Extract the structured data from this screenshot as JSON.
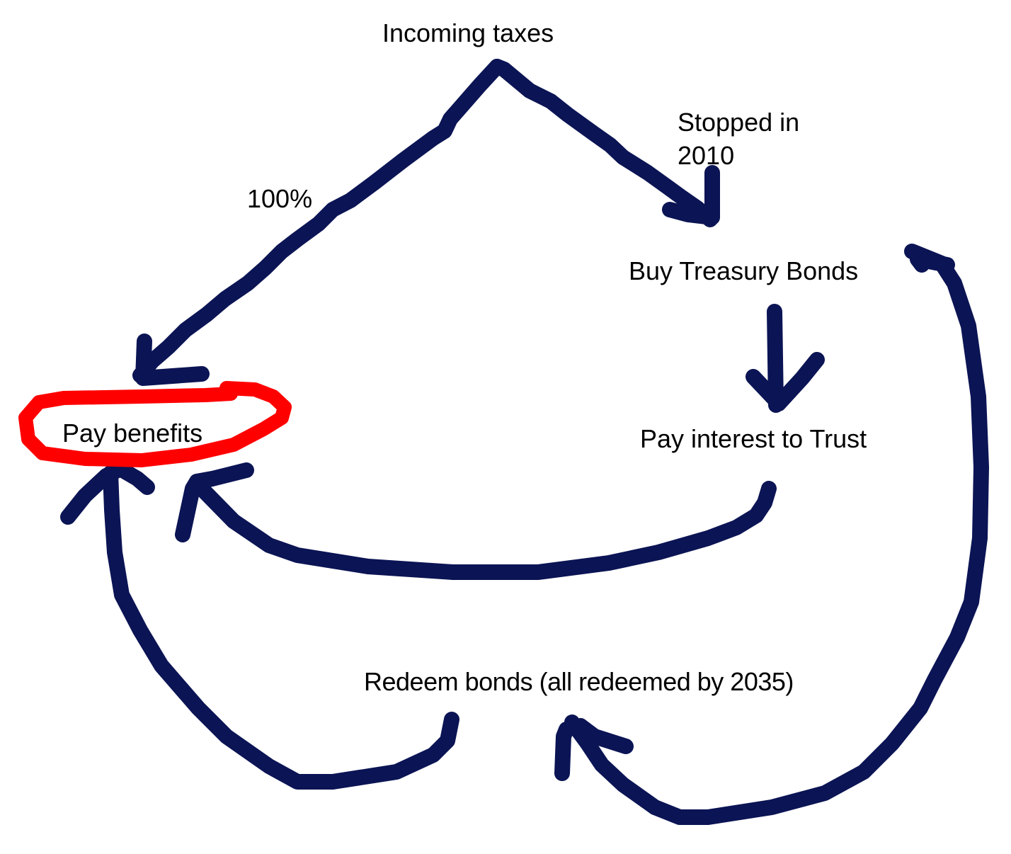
{
  "diagram": {
    "title": "Social Security Trust Fund flow",
    "colors": {
      "arrow": "#0b1454",
      "highlight": "#ff0000",
      "text": "#000000",
      "background": "#ffffff"
    },
    "nodes": {
      "incoming_taxes": "Incoming taxes",
      "buy_treasury_bonds": "Buy Treasury Bonds",
      "pay_benefits": "Pay benefits",
      "pay_interest": "Pay interest to Trust",
      "redeem_bonds": "Redeem bonds (all redeemed by 2035)"
    },
    "annotations": {
      "percent_to_benefits": "100%",
      "stopped_note": "Stopped in 2010"
    },
    "edges": [
      {
        "from": "Incoming taxes",
        "to": "Pay benefits",
        "label": "100%"
      },
      {
        "from": "Incoming taxes",
        "to": "Buy Treasury Bonds",
        "label": "Stopped in 2010"
      },
      {
        "from": "Buy Treasury Bonds",
        "to": "Pay interest to Trust",
        "label": ""
      },
      {
        "from": "Pay interest to Trust",
        "to": "Pay benefits",
        "label": ""
      },
      {
        "from": "Buy Treasury Bonds",
        "to": "Redeem bonds (all redeemed by 2035)",
        "label": ""
      },
      {
        "from": "Redeem bonds (all redeemed by 2035)",
        "to": "Pay benefits",
        "label": ""
      }
    ],
    "highlighted_node": "Pay benefits"
  }
}
